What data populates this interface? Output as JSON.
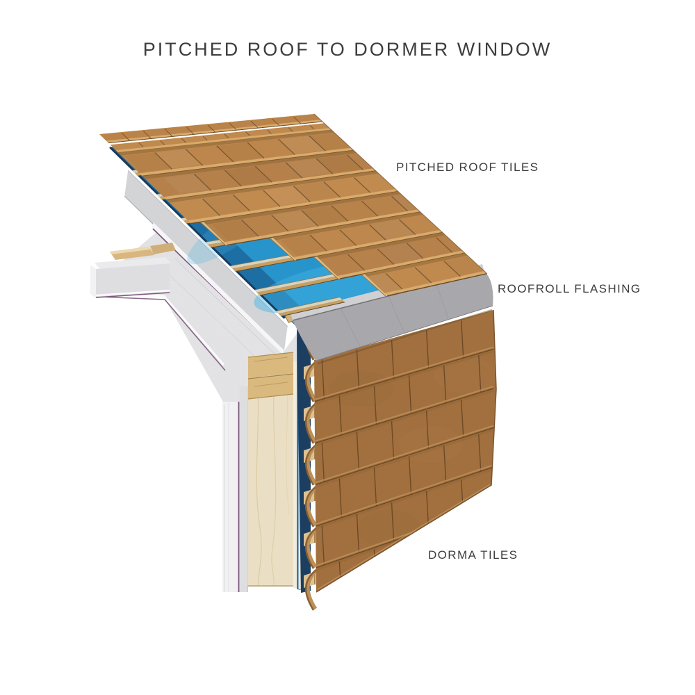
{
  "title": "PITCHED ROOF TO DORMER WINDOW",
  "labels": {
    "pitched_roof_tiles": "PITCHED ROOF TILES",
    "roofroll_flashing": "ROOFROLL FLASHING",
    "dorma_tiles": "DORMA TILES"
  },
  "colors": {
    "background": "#ffffff",
    "text": "#3d3d3f",
    "roof_tile": "#bc864c",
    "roof_tile_edge": "#d9ab6c",
    "roof_tile_line": "#7b5831",
    "roof_tile_shadow": "#6a4a27",
    "membrane_blue": "#2794cb",
    "membrane_bright": "#43b4e6",
    "membrane_dark": "#1a6196",
    "membrane_navy": "#1c3e61",
    "batten_top": "#d9d2c0",
    "batten_front": "#c89f5e",
    "batten_end": "#ecdfc0",
    "deck_gray": "#d4d5d8",
    "flashing_gray": "#a7a7ab",
    "flashing_lip": "#d0d0d3",
    "dormer_tile": "#a1703e",
    "dormer_tile_line": "#6d4a27",
    "interior_gray": "#e4e4e7",
    "plaster_white": "#f1f0f2",
    "purple_line": "#7d587b",
    "stud_wood": "#eadfc4",
    "plywood": "#efe7d4",
    "noggin_wood": "#d9b97e",
    "rafter_wood": "#d9b580"
  }
}
